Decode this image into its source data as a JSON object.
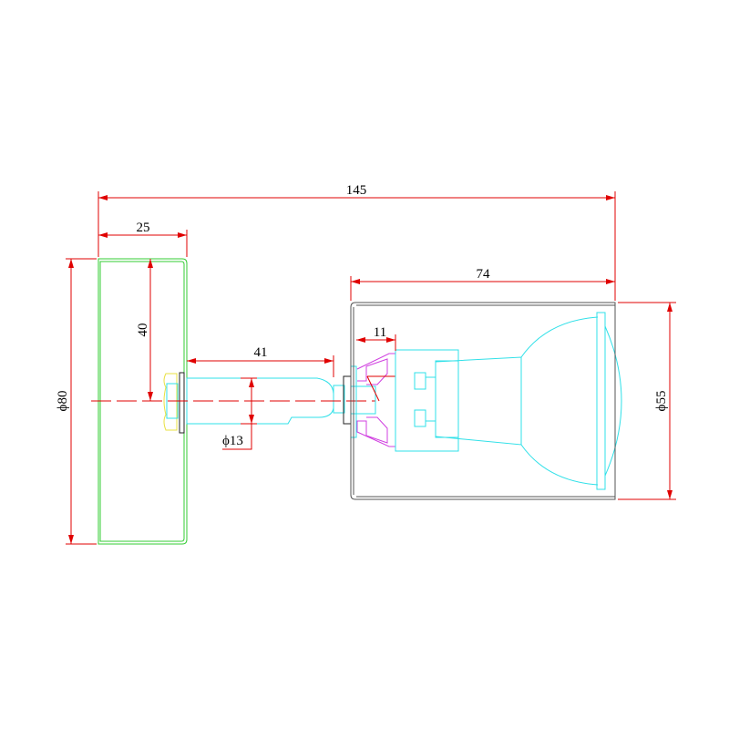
{
  "title": "Lamp assembly technical drawing",
  "dimensions": {
    "overall_length": "145",
    "base_depth": "25",
    "housing_length": "74",
    "base_radius": "40",
    "shaft_length": "41",
    "bracket_width": "11",
    "shaft_diameter": "ϕ13",
    "base_diameter": "ϕ80",
    "housing_diameter": "ϕ55"
  },
  "colors": {
    "dimension": "#e00000",
    "lamp": "#2fe0e8",
    "base": "#33cc33",
    "housing": "#555555",
    "bracket": "#d040e0",
    "nut": "#e8e040"
  }
}
